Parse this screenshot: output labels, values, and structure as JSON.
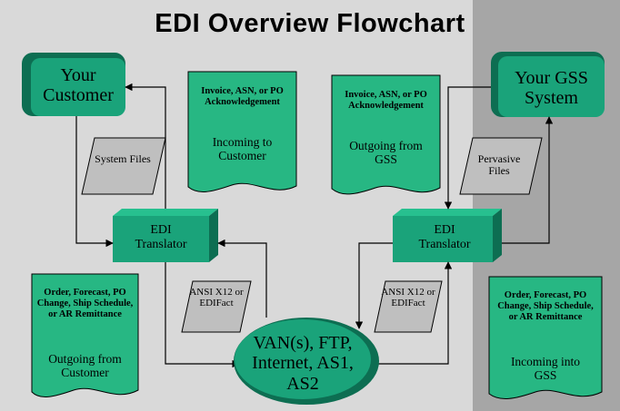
{
  "title": "EDI Overview Flowchart",
  "nodes": {
    "customer": "Your Customer",
    "gss": "Your GSS System",
    "translator_left": "EDI Translator",
    "translator_right": "EDI Translator",
    "van": "VAN(s), FTP, Internet, AS1, AS2",
    "system_files": "System Files",
    "pervasive_files": "Pervasive Files",
    "ansi_left": "ANSI X12 or EDIFact",
    "ansi_right": "ANSI X12 or EDIFact"
  },
  "documents": {
    "incoming_customer": {
      "heading": "Invoice, ASN, or PO Acknowledgement",
      "sub": "Incoming to Customer"
    },
    "outgoing_gss": {
      "heading": "Invoice, ASN, or PO Acknowledgement",
      "sub": "Outgoing from GSS"
    },
    "outgoing_customer": {
      "heading": "Order, Forecast, PO Change, Ship Schedule, or AR Remittance",
      "sub": "Outgoing from Customer"
    },
    "incoming_gss": {
      "heading": "Order, Forecast, PO Change, Ship Schedule, or AR Remittance",
      "sub": "Incoming into GSS"
    }
  },
  "colors": {
    "green": "#1aa37a",
    "green_dark": "#0d6e52",
    "doc_green": "#27b783",
    "left_bg": "#d9d9d9",
    "right_bg": "#a6a6a6",
    "para": "#bfbfbf"
  }
}
